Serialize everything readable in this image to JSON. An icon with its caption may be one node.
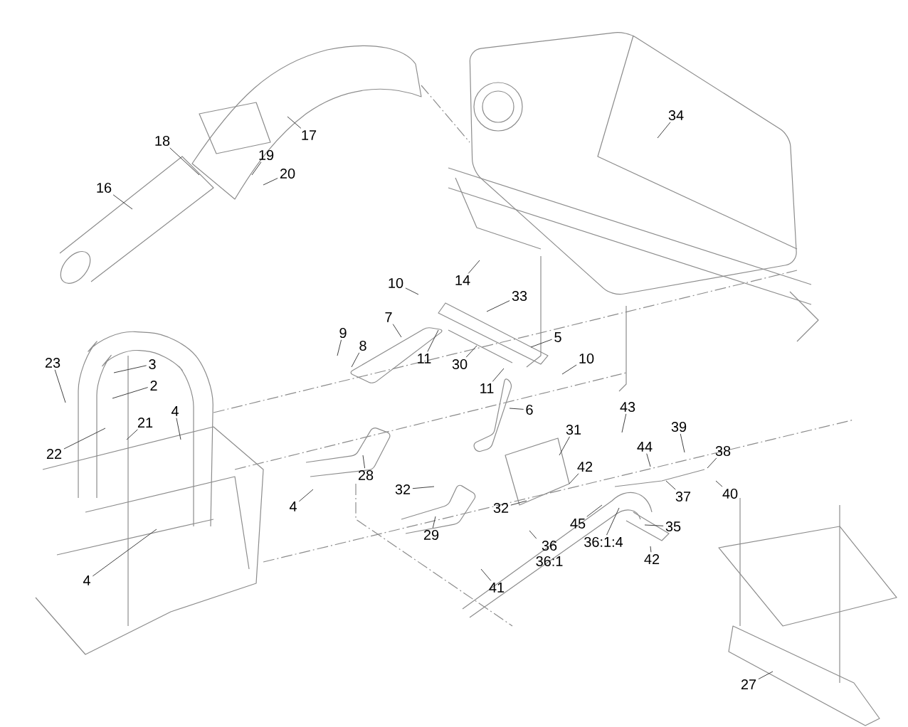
{
  "diagram": {
    "nodes": [
      {
        "text": [
          "34"
        ]
      },
      {
        "text": [
          "17"
        ]
      },
      {
        "text": [
          "18"
        ]
      },
      {
        "text": [
          "19"
        ]
      },
      {
        "text": [
          "20"
        ]
      },
      {
        "text": [
          "16"
        ]
      },
      {
        "text": [
          "14"
        ]
      },
      {
        "text": [
          "10"
        ]
      },
      {
        "text": [
          "33"
        ]
      },
      {
        "text": [
          "7"
        ]
      },
      {
        "text": [
          "9"
        ]
      },
      {
        "text": [
          "8"
        ]
      },
      {
        "text": [
          "11"
        ]
      },
      {
        "text": [
          "30"
        ]
      },
      {
        "text": [
          "5"
        ]
      },
      {
        "text": [
          "10"
        ]
      },
      {
        "text": [
          "11"
        ]
      },
      {
        "text": [
          "6"
        ]
      },
      {
        "text": [
          "23"
        ]
      },
      {
        "text": [
          "3"
        ]
      },
      {
        "text": [
          "2"
        ]
      },
      {
        "text": [
          "21"
        ]
      },
      {
        "text": [
          "22"
        ]
      },
      {
        "text": [
          "4"
        ]
      },
      {
        "text": [
          "28"
        ]
      },
      {
        "text": [
          "4"
        ]
      },
      {
        "text": [
          "4"
        ]
      },
      {
        "text": [
          "32"
        ]
      },
      {
        "text": [
          "29"
        ]
      },
      {
        "text": [
          "31"
        ]
      },
      {
        "text": [
          "43"
        ]
      },
      {
        "text": [
          "39"
        ]
      },
      {
        "text": [
          "38"
        ]
      },
      {
        "text": [
          "44"
        ]
      },
      {
        "text": [
          "42"
        ]
      },
      {
        "text": [
          "32"
        ]
      },
      {
        "text": [
          "37"
        ]
      },
      {
        "text": [
          "40"
        ]
      },
      {
        "text": [
          "45"
        ]
      },
      {
        "text": [
          "35"
        ]
      },
      {
        "text": [
          "36:1:4"
        ]
      },
      {
        "text": [
          "36",
          "36:1"
        ]
      },
      {
        "text": [
          "42"
        ]
      },
      {
        "text": [
          "41"
        ]
      },
      {
        "text": [
          "27"
        ]
      }
    ],
    "edges": [
      {
        "from": 0,
        "to": null,
        "arrow": "none"
      },
      {
        "from": 1,
        "to": null,
        "arrow": "none"
      },
      {
        "from": 2,
        "to": null,
        "arrow": "none"
      },
      {
        "from": 3,
        "to": null,
        "arrow": "none"
      },
      {
        "from": 4,
        "to": null,
        "arrow": "none"
      },
      {
        "from": 5,
        "to": null,
        "arrow": "none"
      },
      {
        "from": 6,
        "to": null,
        "arrow": "none"
      },
      {
        "from": 7,
        "to": null,
        "arrow": "none"
      },
      {
        "from": 8,
        "to": null,
        "arrow": "none"
      },
      {
        "from": 9,
        "to": null,
        "arrow": "none"
      },
      {
        "from": 10,
        "to": null,
        "arrow": "none"
      },
      {
        "from": 11,
        "to": null,
        "arrow": "none"
      },
      {
        "from": 12,
        "to": null,
        "arrow": "none"
      },
      {
        "from": 13,
        "to": null,
        "arrow": "none"
      },
      {
        "from": 14,
        "to": null,
        "arrow": "none"
      },
      {
        "from": 15,
        "to": null,
        "arrow": "none"
      },
      {
        "from": 16,
        "to": null,
        "arrow": "none"
      },
      {
        "from": 17,
        "to": null,
        "arrow": "none"
      },
      {
        "from": 18,
        "to": null,
        "arrow": "none"
      },
      {
        "from": 19,
        "to": null,
        "arrow": "none"
      },
      {
        "from": 20,
        "to": null,
        "arrow": "none"
      },
      {
        "from": 21,
        "to": null,
        "arrow": "none"
      },
      {
        "from": 22,
        "to": null,
        "arrow": "none"
      },
      {
        "from": 23,
        "to": null,
        "arrow": "none"
      },
      {
        "from": 24,
        "to": null,
        "arrow": "none"
      },
      {
        "from": 25,
        "to": null,
        "arrow": "none"
      },
      {
        "from": 26,
        "to": null,
        "arrow": "none"
      },
      {
        "from": 27,
        "to": null,
        "arrow": "none"
      },
      {
        "from": 28,
        "to": null,
        "arrow": "none"
      },
      {
        "from": 29,
        "to": null,
        "arrow": "none"
      },
      {
        "from": 30,
        "to": null,
        "arrow": "none"
      },
      {
        "from": 31,
        "to": null,
        "arrow": "none"
      },
      {
        "from": 32,
        "to": null,
        "arrow": "none"
      },
      {
        "from": 33,
        "to": null,
        "arrow": "none"
      },
      {
        "from": 34,
        "to": null,
        "arrow": "none"
      },
      {
        "from": 35,
        "to": null,
        "arrow": "none"
      },
      {
        "from": 36,
        "to": null,
        "arrow": "none"
      },
      {
        "from": 37,
        "to": null,
        "arrow": "none"
      },
      {
        "from": 38,
        "to": null,
        "arrow": "none"
      },
      {
        "from": 39,
        "to": null,
        "arrow": "none"
      },
      {
        "from": 40,
        "to": null,
        "arrow": "none"
      },
      {
        "from": 41,
        "to": null,
        "arrow": "none"
      },
      {
        "from": 42,
        "to": null,
        "arrow": "none"
      },
      {
        "from": 43,
        "to": null,
        "arrow": "none"
      },
      {
        "from": 44,
        "to": null,
        "arrow": "none"
      }
    ]
  }
}
